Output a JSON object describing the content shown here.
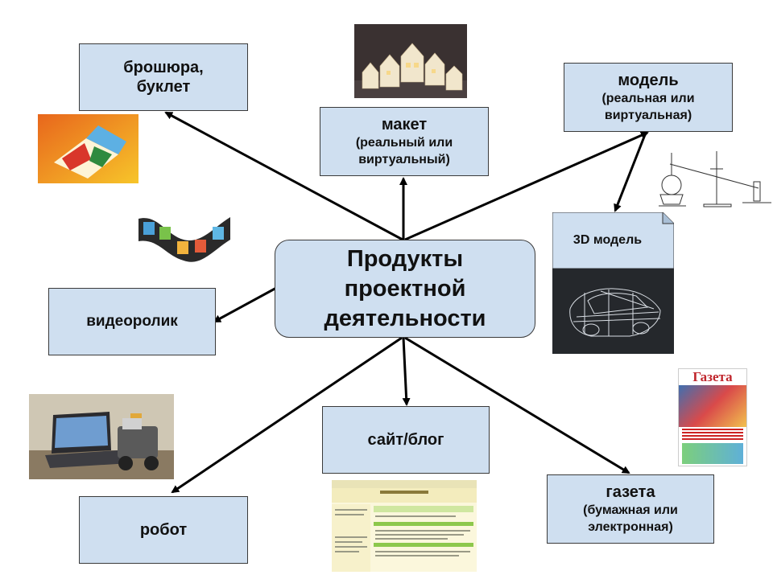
{
  "center": {
    "line1": "Продукты",
    "line2": "проектной",
    "line3": "деятельности"
  },
  "nodes": {
    "brochure": {
      "line1": "брошюра,",
      "line2": "буклет"
    },
    "maket": {
      "title": "макет",
      "sub1": "(реальный или",
      "sub2": "виртуальный)"
    },
    "model": {
      "title": "модель",
      "sub1": "(реальная или",
      "sub2": "виртуальная)"
    },
    "model3d": {
      "title": "3D модель"
    },
    "video": {
      "title": "видеоролик"
    },
    "site": {
      "title": "сайт/блог"
    },
    "robot": {
      "title": "робот"
    },
    "newspaper": {
      "title": "газета",
      "sub1": "(бумажная или",
      "sub2": "электронная)"
    }
  },
  "images": {
    "newspaper_masthead": "Газета"
  },
  "colors": {
    "box_fill": "#cfdff0",
    "border": "#3a3a3a",
    "arrow": "#000000"
  }
}
